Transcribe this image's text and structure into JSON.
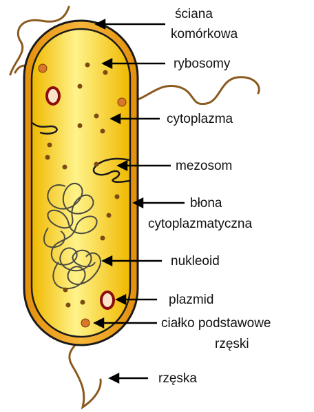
{
  "labels": {
    "cell_wall": [
      "ściana",
      "komórkowa"
    ],
    "ribosomes": "rybosomy",
    "cytoplasm": "cytoplazma",
    "mesosome": "mezosom",
    "cell_membrane": [
      "błona",
      "cytoplazmatyczna"
    ],
    "nucleoid": "nukleoid",
    "plasmid": "plazmid",
    "basal_body": [
      "ciałko podstawowe",
      "rzęski"
    ],
    "flagellum": "rzęska"
  },
  "colors": {
    "cell_wall": "#f0a41a",
    "cytoplasm_light": "#fff38a",
    "cytoplasm_dark": "#f0b800",
    "outline": "#1a1a1a",
    "flagellum": "#8a5a1e",
    "ribosome": "#7a4b12",
    "basal_body": "#d9772a",
    "plasmid_ring": "#8b0d0d",
    "plasmid_fill": "#fbe3c8"
  }
}
